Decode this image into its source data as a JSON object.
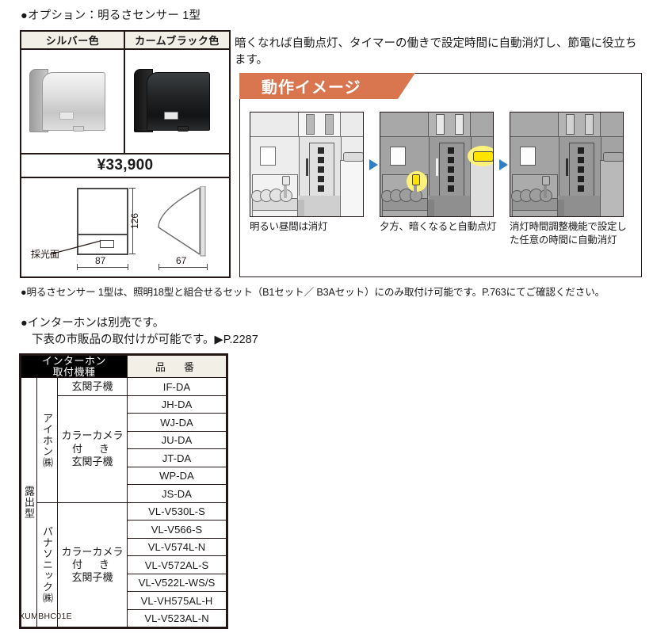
{
  "option": {
    "title": "●オプション：明るさセンサー 1型",
    "color_headers": [
      "シルバー色",
      "カームブラック色"
    ],
    "price": "¥33,900",
    "dimension": {
      "front_label": "採光面",
      "width": "87",
      "height": "126",
      "depth": "67"
    }
  },
  "description": {
    "text": "暗くなれば自動点灯、タイマーの働きで設定時間に自動消灯し、節電に役立ちます。"
  },
  "operation": {
    "banner": "動作イメージ",
    "steps": [
      {
        "caption": "明るい昼間は消灯"
      },
      {
        "caption": "夕方、暗くなると自動点灯"
      },
      {
        "caption": "消灯時間調整機能で設定した任意の時間に自動消灯"
      }
    ]
  },
  "notes": {
    "sensor_note": "●明るさセンサー 1型は、照明18型と組合せるセット（B1セット／ B3Aセット）にのみ取付け可能です。P.763にてご確認ください。",
    "intercom_line1": "●インターホンは別売です。",
    "intercom_line2": "下表の市販品の取付けが可能です。▶P.2287"
  },
  "intercom_table": {
    "header_left": [
      "インターホン",
      "取付機種"
    ],
    "header_right": "品　番",
    "mount_type": "露出型",
    "groups": [
      {
        "maker": "アイホン㈱",
        "kinds": [
          {
            "label_lines": [
              "玄関子機"
            ],
            "rowspan": 1
          },
          {
            "label_lines": [
              "カラーカメラ",
              "付　き",
              "玄関子機"
            ],
            "rowspan": 6
          }
        ],
        "parts": [
          "IF-DA",
          "JH-DA",
          "WJ-DA",
          "JU-DA",
          "JT-DA",
          "WP-DA",
          "JS-DA"
        ]
      },
      {
        "maker": "パナソニック㈱",
        "kinds": [
          {
            "label_lines": [
              "カラーカメラ",
              "付　き",
              "玄関子機"
            ],
            "rowspan": 7
          }
        ],
        "parts": [
          "VL-V530L-S",
          "VL-V566-S",
          "VL-V574L-N",
          "VL-V572AL-S",
          "VL-V522L-WS/S",
          "VL-VH575AL-H",
          "VL-V523AL-N"
        ]
      }
    ]
  },
  "footer": {
    "code": "XUMBHC01E"
  },
  "colors": {
    "banner_orange": "#d9764f",
    "header_cream": "#f2efe6",
    "arrow_blue": "#2f7fc4",
    "lamp_yellow": "#ffe400",
    "ink": "#231815"
  }
}
